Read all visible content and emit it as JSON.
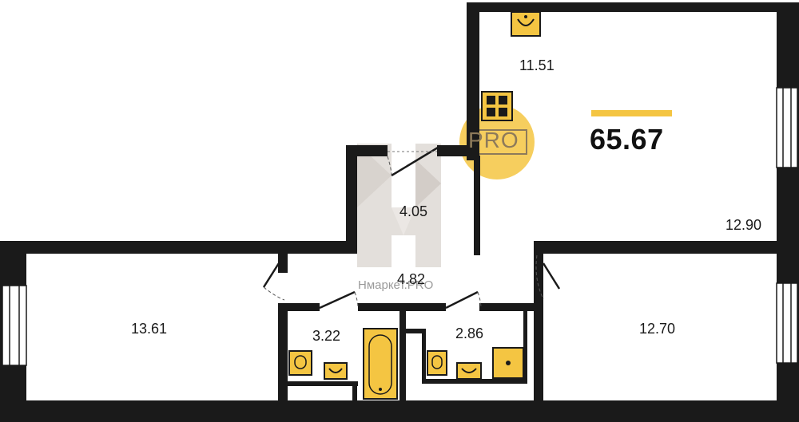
{
  "plan": {
    "total_area": "65.67",
    "rooms": [
      {
        "id": "kitchen",
        "area": "11.51"
      },
      {
        "id": "living-room",
        "area": "12.90"
      },
      {
        "id": "wardrobe",
        "area": "4.05"
      },
      {
        "id": "hall",
        "area": "4.82"
      },
      {
        "id": "bedroom-left",
        "area": "13.61"
      },
      {
        "id": "bathroom",
        "area": "3.22"
      },
      {
        "id": "toilet-room",
        "area": "2.86"
      },
      {
        "id": "bedroom-right",
        "area": "12.70"
      }
    ]
  },
  "watermark": {
    "text": "Нмаркет.PRO",
    "badge": "PRO"
  },
  "colors": {
    "wall": "#1a1a1a",
    "accent": "#f4c542",
    "watermark": "#9a9a9a"
  }
}
